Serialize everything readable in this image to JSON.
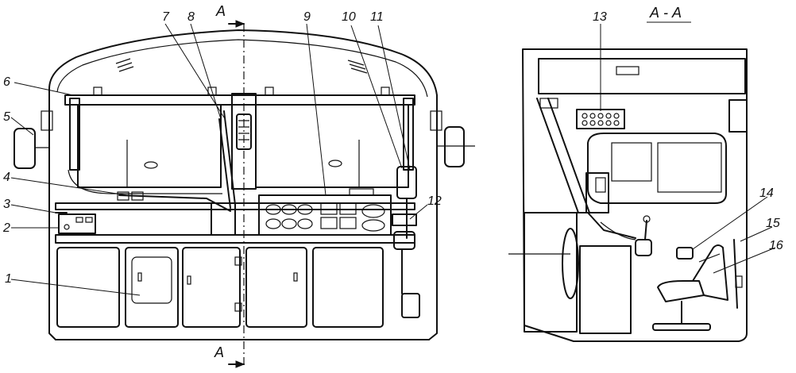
{
  "section_letter": "A",
  "section_title": "А - А",
  "callouts": [
    "1",
    "2",
    "3",
    "4",
    "5",
    "6",
    "7",
    "8",
    "9",
    "10",
    "11",
    "12",
    "13",
    "14",
    "15",
    "16"
  ]
}
